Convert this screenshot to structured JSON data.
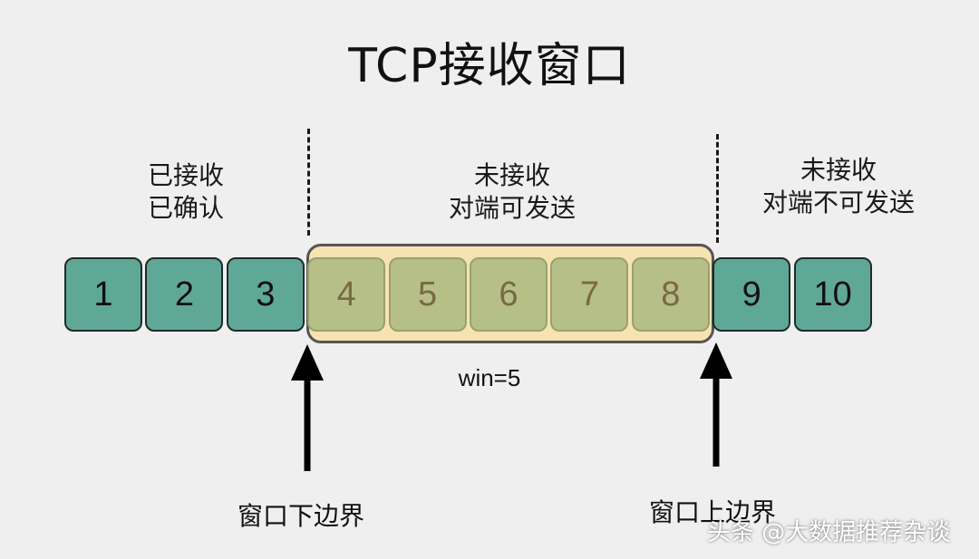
{
  "title": "TCP接收窗口",
  "regions": {
    "received": {
      "line1": "已接收",
      "line2": "已确认"
    },
    "sendable": {
      "line1": "未接收",
      "line2": "对端可发送"
    },
    "not_sendable": {
      "line1": "未接收",
      "line2": "对端不可发送"
    }
  },
  "cells": [
    {
      "label": "1",
      "state": "acked"
    },
    {
      "label": "2",
      "state": "acked"
    },
    {
      "label": "3",
      "state": "acked"
    },
    {
      "label": "4",
      "state": "window"
    },
    {
      "label": "5",
      "state": "window"
    },
    {
      "label": "6",
      "state": "window"
    },
    {
      "label": "7",
      "state": "window"
    },
    {
      "label": "8",
      "state": "window"
    },
    {
      "label": "9",
      "state": "outside"
    },
    {
      "label": "10",
      "state": "outside"
    }
  ],
  "window_label": "win=5",
  "lower_bound_label": "窗口下边界",
  "upper_bound_label": "窗口上边界",
  "watermark": "头条 @大数据推荐杂谈",
  "colors": {
    "teal": "#5fa898",
    "olive": "#b6bf87",
    "window_fill": "#f6e3b0"
  }
}
